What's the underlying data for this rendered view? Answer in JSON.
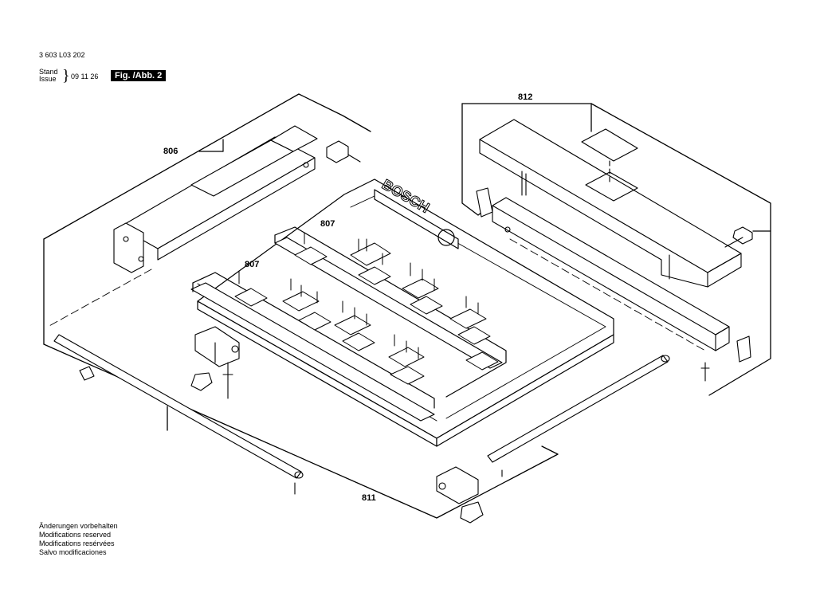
{
  "header": {
    "doc_number": "3 603 L03 202",
    "stand_label": "Stand",
    "issue_label": "Issue",
    "issue_date": "09 11 26",
    "figure_label": "Fig. /Abb. 2"
  },
  "callouts": {
    "c806": "806",
    "c807a": "807",
    "c807b": "807",
    "c811": "811",
    "c812": "812"
  },
  "table_logo": "BOSCH",
  "footnotes": [
    "Änderungen vorbehalten",
    "Modifications reserved",
    "Modifications resérvées",
    "Salvo modificaciones"
  ]
}
